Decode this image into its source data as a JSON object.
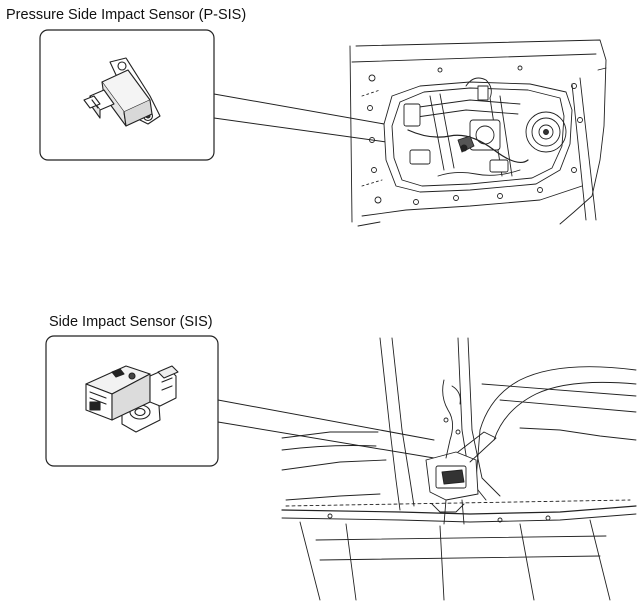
{
  "figure": {
    "sensors": [
      {
        "id": "psis",
        "label": "Pressure Side Impact Sensor (P-SIS)"
      },
      {
        "id": "sis",
        "label": "Side Impact Sensor (SIS)"
      }
    ]
  }
}
